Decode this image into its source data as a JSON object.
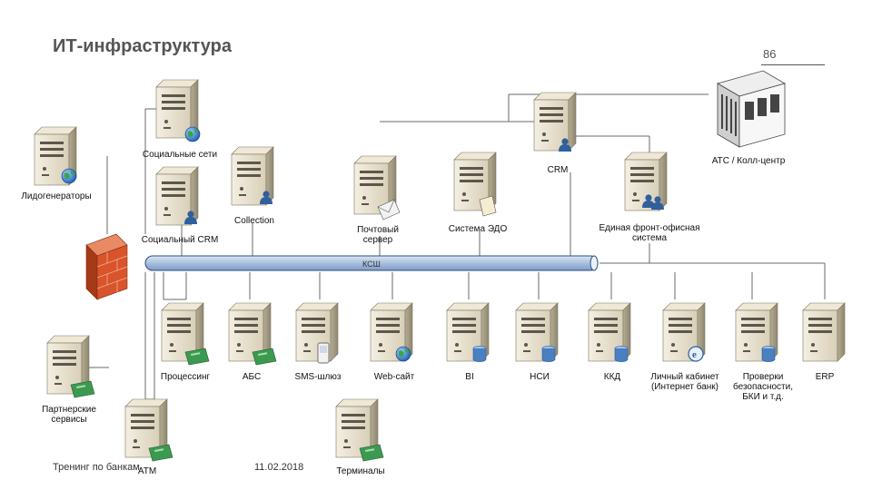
{
  "header": {
    "title": "ИТ-инфраструктура",
    "page_number": "86"
  },
  "footer": {
    "training": "Тренинг по банкам",
    "date": "11.02.2018"
  },
  "bus": {
    "label": "КСШ"
  },
  "nodes": {
    "social_networks": {
      "label": "Социальные сети",
      "icon": "globe-icon"
    },
    "lead_generators": {
      "label": "Лидогенераторы",
      "icon": "globe-icon"
    },
    "social_crm": {
      "label": "Социальный CRM",
      "icon": "user-icon"
    },
    "collection": {
      "label": "Collection",
      "icon": "user-icon"
    },
    "mail_server": {
      "label": "Почтовый\nсервер",
      "icon": "envelope-icon"
    },
    "edo_system": {
      "label": "Система ЭДО",
      "icon": "document-icon"
    },
    "crm": {
      "label": "CRM",
      "icon": "user-icon"
    },
    "ats": {
      "label": "АТС / Колл-центр",
      "icon": "pbx-icon"
    },
    "front_office": {
      "label": "Единая фронт-офисная\nсистема",
      "icon": "users-icon"
    },
    "processing": {
      "label": "Процессинг",
      "icon": "card-icon"
    },
    "abs": {
      "label": "АБС",
      "icon": "card-icon"
    },
    "sms_gateway": {
      "label": "SMS-шлюз",
      "icon": "phone-icon"
    },
    "website": {
      "label": "Web-сайт",
      "icon": "globe-icon"
    },
    "bi": {
      "label": "BI",
      "icon": "database-icon"
    },
    "nsi": {
      "label": "НСИ",
      "icon": "database-icon"
    },
    "kkd": {
      "label": "ККД",
      "icon": "database-icon"
    },
    "personal_cabinet": {
      "label": "Личный кабинет\n(Интернет банк)",
      "icon": "internet-explorer-icon"
    },
    "checks": {
      "label": "Проверки\nбезопасности,\nБКИ и т.д.",
      "icon": "database-icon"
    },
    "erp": {
      "label": "ERP",
      "icon": "server-icon"
    },
    "partner_services": {
      "label": "Партнерские\nсервисы",
      "icon": "card-icon"
    },
    "atm": {
      "label": "АТМ",
      "icon": "card-icon"
    },
    "terminals": {
      "label": "Терминалы",
      "icon": "card-icon"
    }
  },
  "colors": {
    "bus_fill": "#b8cce4",
    "bus_stroke": "#2f4f7f",
    "server_body": "#e4dcc8",
    "server_dark": "#6f6a5c",
    "firewall": "#d9542b",
    "card": "#3c9a50",
    "database": "#4a7fc0",
    "globe": "#2f73c8"
  }
}
